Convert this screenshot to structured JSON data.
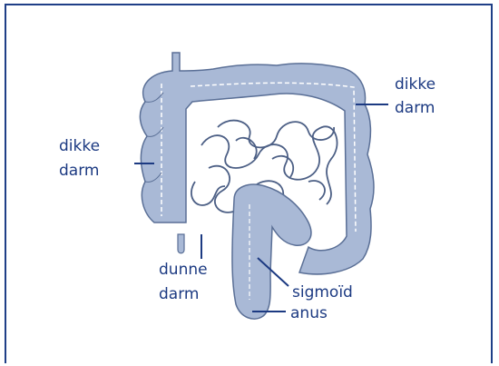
{
  "labels": {
    "dikke_right_1": "dikke",
    "dikke_right_2": "darm",
    "dikke_left_1": "dikke",
    "dikke_left_2": "darm",
    "dunne_1": "dunne",
    "dunne_2": "darm",
    "sigmoid": "sigmoïd",
    "anus": "anus"
  },
  "colors": {
    "frame": "#1f3f87",
    "organ_fill": "#a9b9d6",
    "organ_stroke": "#5a6f96",
    "label": "#1c3a82"
  }
}
